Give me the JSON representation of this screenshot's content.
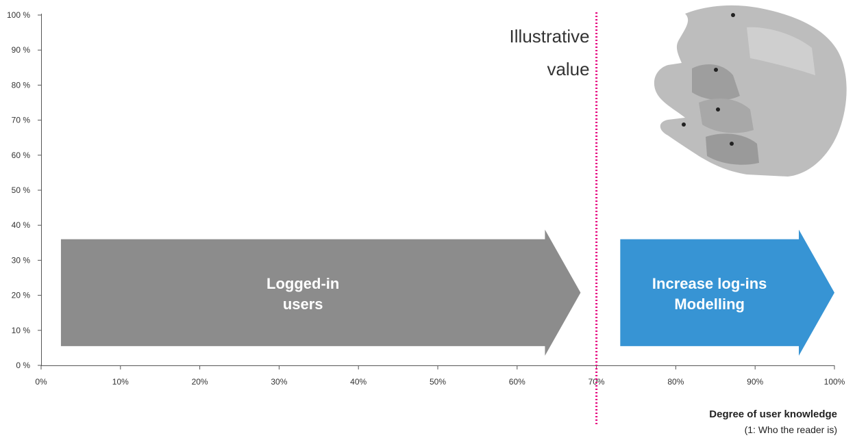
{
  "chart_data": {
    "type": "bar",
    "xlim": [
      0,
      100
    ],
    "ylim": [
      0,
      100
    ],
    "x_ticks": [
      "0%",
      "10%",
      "20%",
      "30%",
      "40%",
      "50%",
      "60%",
      "70%",
      "80%",
      "90%",
      "100%"
    ],
    "y_ticks": [
      "0 %",
      "10 %",
      "20 %",
      "30 %",
      "40 %",
      "50 %",
      "60 %",
      "70 %",
      "80 %",
      "90 %",
      "100 %"
    ],
    "xlabel": "Degree of user knowledge",
    "xlabel_sub": "(1: Who the reader is)",
    "grid": false,
    "marker": {
      "x": 70,
      "style": "dotted",
      "color": "#e5007e",
      "label_line1": "Illustrative",
      "label_line2": "value"
    },
    "arrows": [
      {
        "x_start": 2.5,
        "x_end": 68,
        "y_bottom": 5.5,
        "y_top": 36,
        "label_line1": "Logged-in",
        "label_line2": "users",
        "color": "#8c8c8c"
      },
      {
        "x_start": 73,
        "x_end": 100,
        "y_bottom": 5.5,
        "y_top": 36,
        "label_line1": "Increase log-ins",
        "label_line2": "Modelling",
        "color": "#3794d4"
      }
    ],
    "decoration": {
      "type": "image",
      "subject": "robot-hand",
      "position": "top-right"
    }
  },
  "colors": {
    "axis": "#555555",
    "text": "#333333"
  }
}
